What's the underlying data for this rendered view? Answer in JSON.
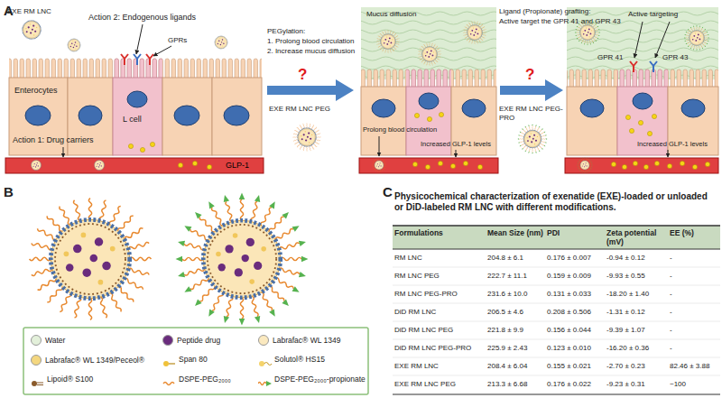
{
  "diagram": {
    "nodes": [
      {
        "text": [
          "Enterocytes"
        ]
      },
      {
        "text": [
          "L cell"
        ]
      },
      {
        "text": [
          "GLP-1"
        ]
      },
      {
        "text": [
          "Mucus diffusion"
        ]
      },
      {
        "text": [
          "Active targeting"
        ]
      }
    ],
    "labels": [
      "A",
      "EXE RM LNC",
      "Action 2: Endogenous ligands",
      "GPRs",
      "Action 1: Drug carriers",
      "PEGylation:",
      "1. Prolong blood circulation",
      "2. Increase mucus diffusion",
      "?",
      "EXE RM LNC PEG",
      "Prolong blood circulation",
      "Increased GLP-1 levels",
      "Ligand (Propionate) grafting:",
      "Active target the GPR 41 and GPR 43",
      "?",
      "EXE RM LNC PEG-PRO",
      "GPR 41",
      "GPR 43",
      "Increased GLP-1 levels",
      "B",
      "C",
      "Physicochemical characterization of exenatide (EXE)-loaded or unloaded or DiD-labeled RM LNC with different modifications.",
      "Formulations",
      "Mean Size (nm)",
      "PDI",
      "Zeta potential (mV)",
      "EE (%)",
      "RM LNC",
      "204.8 ± 6.1",
      "0.176 ± 0.007",
      "-0.94 ± 0.12",
      "-",
      "RM LNC PEG",
      "222.7 ± 11.1",
      "0.159 ± 0.009",
      "-9.93 ± 0.55",
      "-",
      "RM LNC PEG-PRO",
      "231.6 ± 10.0",
      "0.131 ± 0.033",
      "-18.20 ± 1.40",
      "-",
      "DiD RM LNC",
      "206.5 ± 4.6",
      "0.208 ± 0.506",
      "-1.31 ± 0.12",
      "-",
      "DiD RM LNC PEG",
      "221.8 ± 9.9",
      "0.156 ± 0.044",
      "-9.39 ± 1.07",
      "-",
      "DiD RM LNC PEG-PRO",
      "225.9 ± 2.43",
      "0.123 ± 0.010",
      "-16.20 ± 0.36",
      "-",
      "EXE RM LNC",
      "208.4 ± 6.04",
      "0.155 ± 0.021",
      "-2.70 ± 0.23",
      "82.46 ± 3.88",
      "EXE RM LNC PEG",
      "213.3 ± 6.68",
      "0.176 ± 0.022",
      "-9.23 ± 0.31",
      "~100"
    ],
    "legend": [
      {
        "text": "Water",
        "color": "#e3f0da"
      },
      {
        "text": "Peptide drug",
        "color": "#6a2c7d"
      },
      {
        "text": "Labrafac® WL 1349",
        "color": "#fbe9bf"
      },
      {
        "text": "Labrafac® WL 1349/Peceol®",
        "color": "#f4d77f"
      },
      {
        "text": "Span 80"
      },
      {
        "text": "Solutol® HS15"
      },
      {
        "text": "Lipoid® S100"
      },
      {
        "text": "DSPE-PEG₂₀₀₀"
      },
      {
        "text": "DSPE-PEG₂₀₀₀-propionate"
      }
    ]
  }
}
